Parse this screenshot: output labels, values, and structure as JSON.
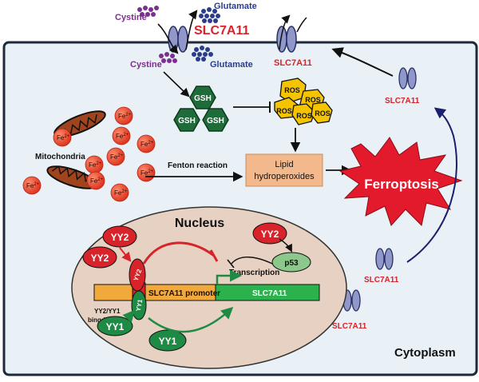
{
  "diagram": {
    "top_labels": {
      "cystine_out": "Cystine",
      "glutamate_out": "Glutamate",
      "slc7a11_main": "SLC7A11",
      "cystine_in": "Cystine",
      "glutamate_in": "Glutamate",
      "slc7a11_membrane": "SLC7A11"
    },
    "gsh": [
      "GSH",
      "GSH",
      "GSH"
    ],
    "ros": [
      "ROS",
      "ROS",
      "ROS",
      "ROS",
      "ROS"
    ],
    "iron": "Fe",
    "iron_charge": "2+",
    "mitochondria_label": "Mitochondria",
    "fenton_label": "Fenton reaction",
    "lipid_line1": "Lipid",
    "lipid_line2": "hydroperoxides",
    "ferroptosis": "Ferroptosis",
    "slc7a11_cytoplasm": [
      "SLC7A11",
      "SLC7A11",
      "SLC7A11"
    ],
    "cytoplasm_label": "Cytoplasm",
    "nucleus": {
      "title": "Nucleus",
      "yy2": [
        "YY2",
        "YY2",
        "YY2"
      ],
      "yy2_bound": "YY2",
      "yy1_bound": "YY1",
      "yy1": [
        "YY1",
        "YY1"
      ],
      "p53": "p53",
      "transcription": "Transcription",
      "promoter": "SLC7A11 promoter",
      "gene": "SLC7A11",
      "binding_line1": "YY2/YY1",
      "binding_line2": "bingding site"
    },
    "colors": {
      "cell_fill": "#e9f1f6",
      "nucleus_fill": "#e6d1c3",
      "gsh": "#1f6b39",
      "ros": "#f5c400",
      "iron": "#e8412c",
      "lipid_box": "#f3b98c",
      "ferroptosis": "#e3192c",
      "transporter": "#8f98c8",
      "yy2": "#d8232a",
      "yy1": "#1f8a43",
      "gene_bar": "#2bb24c",
      "promoter_bar": "#f2a93b",
      "p53": "#8cc78c"
    }
  }
}
